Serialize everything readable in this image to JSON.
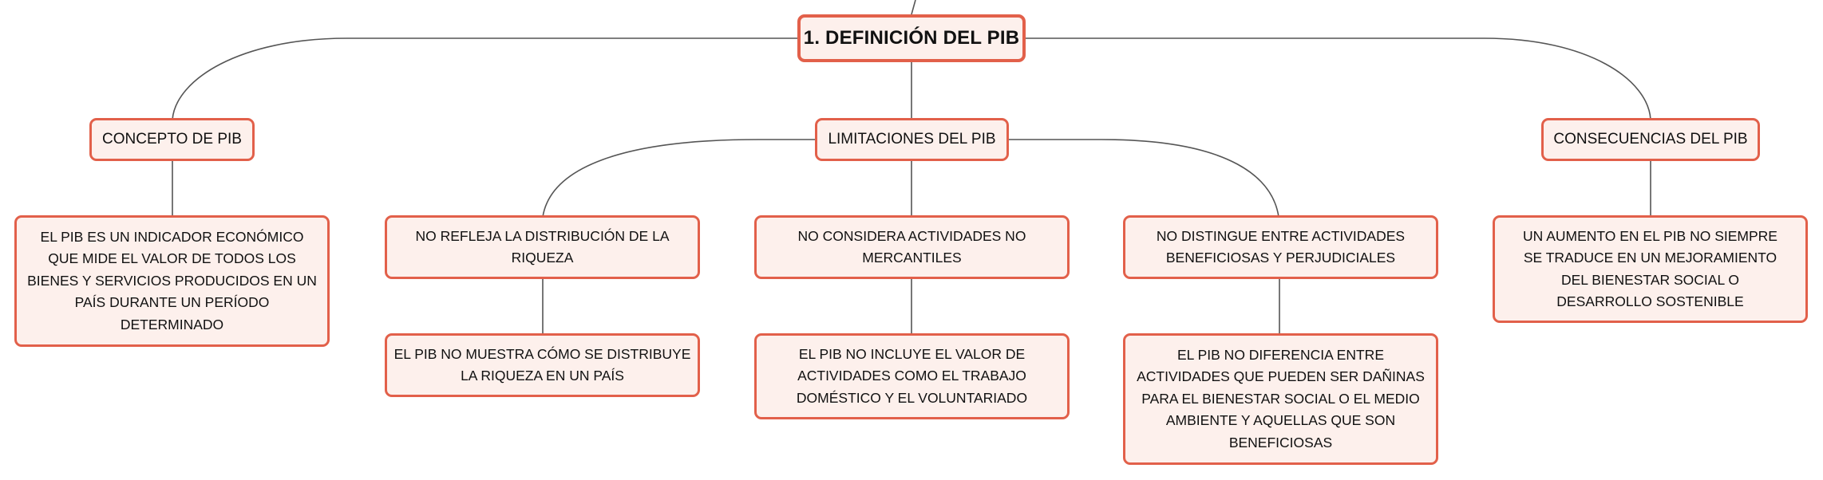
{
  "map": {
    "root": {
      "label": "1. DEFINICIÓN DEL PIB"
    },
    "branches": [
      {
        "label": "CONCEPTO DE PIB",
        "children": [
          {
            "label": "EL PIB ES UN INDICADOR ECONÓMICO QUE MIDE EL VALOR DE TODOS LOS BIENES Y SERVICIOS PRODUCIDOS EN UN PAÍS DURANTE UN PERÍODO DETERMINADO"
          }
        ]
      },
      {
        "label": "LIMITACIONES DEL PIB",
        "children": [
          {
            "label": "NO REFLEJA LA DISTRIBUCIÓN DE LA RIQUEZA",
            "children": [
              {
                "label": "EL PIB NO MUESTRA CÓMO SE DISTRIBUYE LA RIQUEZA EN UN PAÍS"
              }
            ]
          },
          {
            "label": "NO CONSIDERA ACTIVIDADES NO MERCANTILES",
            "children": [
              {
                "label": "EL PIB NO INCLUYE EL VALOR DE ACTIVIDADES COMO EL TRABAJO DOMÉSTICO Y EL VOLUNTARIADO"
              }
            ]
          },
          {
            "label": "NO DISTINGUE ENTRE ACTIVIDADES BENEFICIOSAS Y PERJUDICIALES",
            "children": [
              {
                "label": "EL PIB NO DIFERENCIA ENTRE ACTIVIDADES QUE PUEDEN SER DAÑINAS PARA EL BIENESTAR SOCIAL O EL MEDIO AMBIENTE Y AQUELLAS QUE SON BENEFICIOSAS"
              }
            ]
          }
        ]
      },
      {
        "label": "CONSECUENCIAS DEL PIB",
        "children": [
          {
            "label": "UN AUMENTO EN EL PIB NO SIEMPRE SE TRADUCE EN UN MEJORAMIENTO DEL BIENESTAR SOCIAL O DESARROLLO SOSTENIBLE"
          }
        ]
      }
    ]
  },
  "colors": {
    "node_border": "#e2604a",
    "node_fill": "#fdf0ec",
    "connector": "#555555",
    "text": "#111111"
  }
}
